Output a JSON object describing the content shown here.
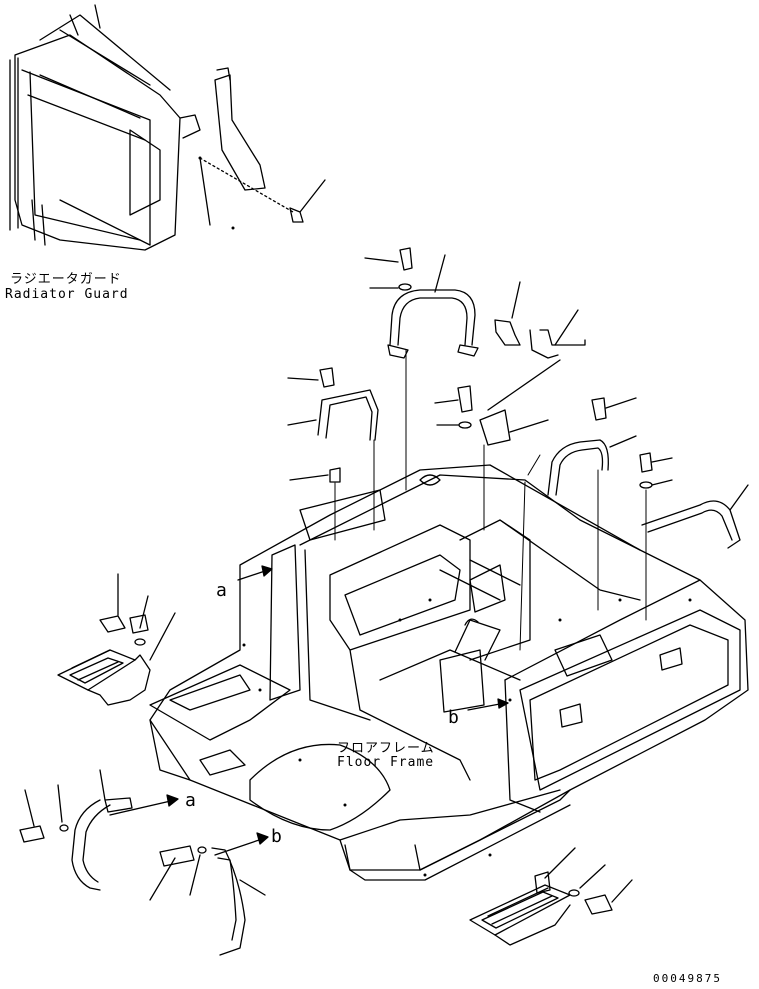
{
  "labels": {
    "radiator_guard_jp": "ラジエータガード",
    "radiator_guard_en": "Radiator Guard",
    "floor_frame_jp": "フロアフレーム",
    "floor_frame_en": "Floor Frame",
    "ref_a_top": "a",
    "ref_b_right": "b",
    "ref_a_bottom": "a",
    "ref_b_bottom": "b",
    "drawing_number": "00049875"
  },
  "colors": {
    "line": "#000000",
    "background": "#ffffff"
  }
}
